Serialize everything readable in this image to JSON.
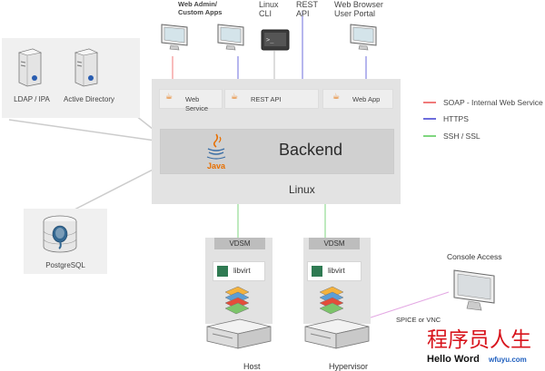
{
  "clients": {
    "webadmin": "Web Admin/\nCustom Apps",
    "linux_cli": "Linux\nCLI",
    "rest_api": "REST\nAPI",
    "web_browser": "Web Browser\nUser Portal"
  },
  "directory": {
    "ldap": "LDAP / IPA",
    "ad": "Active Directory"
  },
  "database": {
    "label": "PostgreSQL"
  },
  "server": {
    "web_service": "Web Service",
    "rest_api": "REST API",
    "web_app": "Web App",
    "backend": "Backend",
    "java": "Java",
    "linux": "Linux"
  },
  "hosts": [
    {
      "vdsm": "VDSM",
      "libvirt": "libvirt",
      "label": "Host"
    },
    {
      "vdsm": "VDSM",
      "libvirt": "libvirt",
      "label": "Hypervisor"
    }
  ],
  "console": {
    "label": "Console Access",
    "protocol": "SPICE or VNC"
  },
  "legend": [
    {
      "label": "SOAP - Internal Web Service",
      "color": "#f07a7a"
    },
    {
      "label": "HTTPS",
      "color": "#6d6ddc"
    },
    {
      "label": "SSH / SSL",
      "color": "#7fd67f"
    }
  ],
  "watermark": {
    "cn": "程序员人生",
    "en": "Hello Word",
    "site": "wfuyu.com"
  }
}
